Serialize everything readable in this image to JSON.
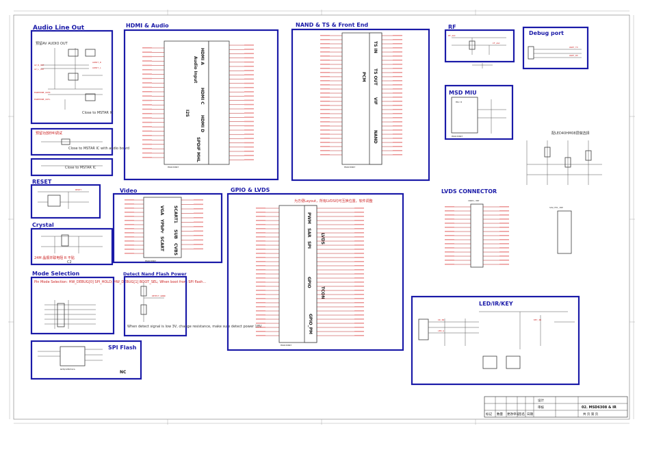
{
  "sheet": {
    "title": "02. MSD6308 & IR"
  },
  "blocks": {
    "audio_line_out": "Audio Line Out",
    "hdmi_audio": "HDMI & Audio",
    "nand_ts": "NAND & TS & Front End",
    "rf": "RF",
    "debug_port": "Debug port",
    "msd_miu": "MSD MIU",
    "reset": "RESET",
    "crystal": "Crystal",
    "video": "Video",
    "gpio_lvds": "GPIO & LVDS",
    "lvds_connector": "LVDS CONNECTOR",
    "mode_selection": "Mode Selection",
    "detect_nand": "Detect Nand Flash Power",
    "spi_flash": "SPI Flash",
    "led_ir_key": "LED/IR/KEY"
  },
  "chips": {
    "hdmi": "MSD6308RT",
    "nand": "MSD6308RT",
    "video": "MSD6308RT",
    "gpio": "MSD6308RT",
    "miu": "MSD6308RT",
    "miu_label": "MIU B",
    "spi": "W25Q32BVSSIG",
    "lvds_conn": "CN401_30P",
    "lvds_conn2": "SCW_FPC_30P"
  },
  "hdmi_buses": [
    "HDMI A",
    "HDMI C",
    "HDMI D",
    "Audio Input",
    "I2S",
    "SPDIF",
    "MHL"
  ],
  "nand_buses": [
    "TS IN",
    "TS OUT",
    "PCM",
    "VIF",
    "NAND"
  ],
  "video_buses": [
    "VGA",
    "YPbPr",
    "CVBS",
    "SCART",
    "SCART1",
    "SUB"
  ],
  "gpio_buses": [
    "PWM",
    "SAR",
    "SPI",
    "GPIO",
    "LVDS",
    "TCON",
    "GPIO_PM"
  ],
  "notes": {
    "gpio_top": "为方便Layout，所有LVDS均可互换位置，软件调整",
    "detect_nand": "When detect signal is low 3V, change resistance, make sure detect power 18V.",
    "spi_nc": "NC",
    "lvds_right": "配LED40HM08屏做选择",
    "mode_sel": "Pin Mode Selection: HW_DEBUG[0]  SPI_HOLD; HW_DEBUG[1] BOOT_SEL; When boot from SPI flash...",
    "audio_note": "预留AV AUDIO OUT",
    "audio_note2": "预留功放EMI调试",
    "close_to_chip": "Close to MSTAR IC",
    "close_to_chip2": "Close to MSTAR IC with audio board",
    "crystal_note": "24M 晶振并联电阻 R 不贴",
    "crystal_ref": "C2"
  },
  "titleblock": {
    "labels": [
      "设计",
      "审核",
      "标记",
      "数量",
      "更改单号",
      "签名",
      "日期"
    ],
    "page_label": "共  页  第  页"
  },
  "colors": {
    "block": "#1a1aa8",
    "net": "#c22",
    "chip": "#3a3a3a"
  }
}
